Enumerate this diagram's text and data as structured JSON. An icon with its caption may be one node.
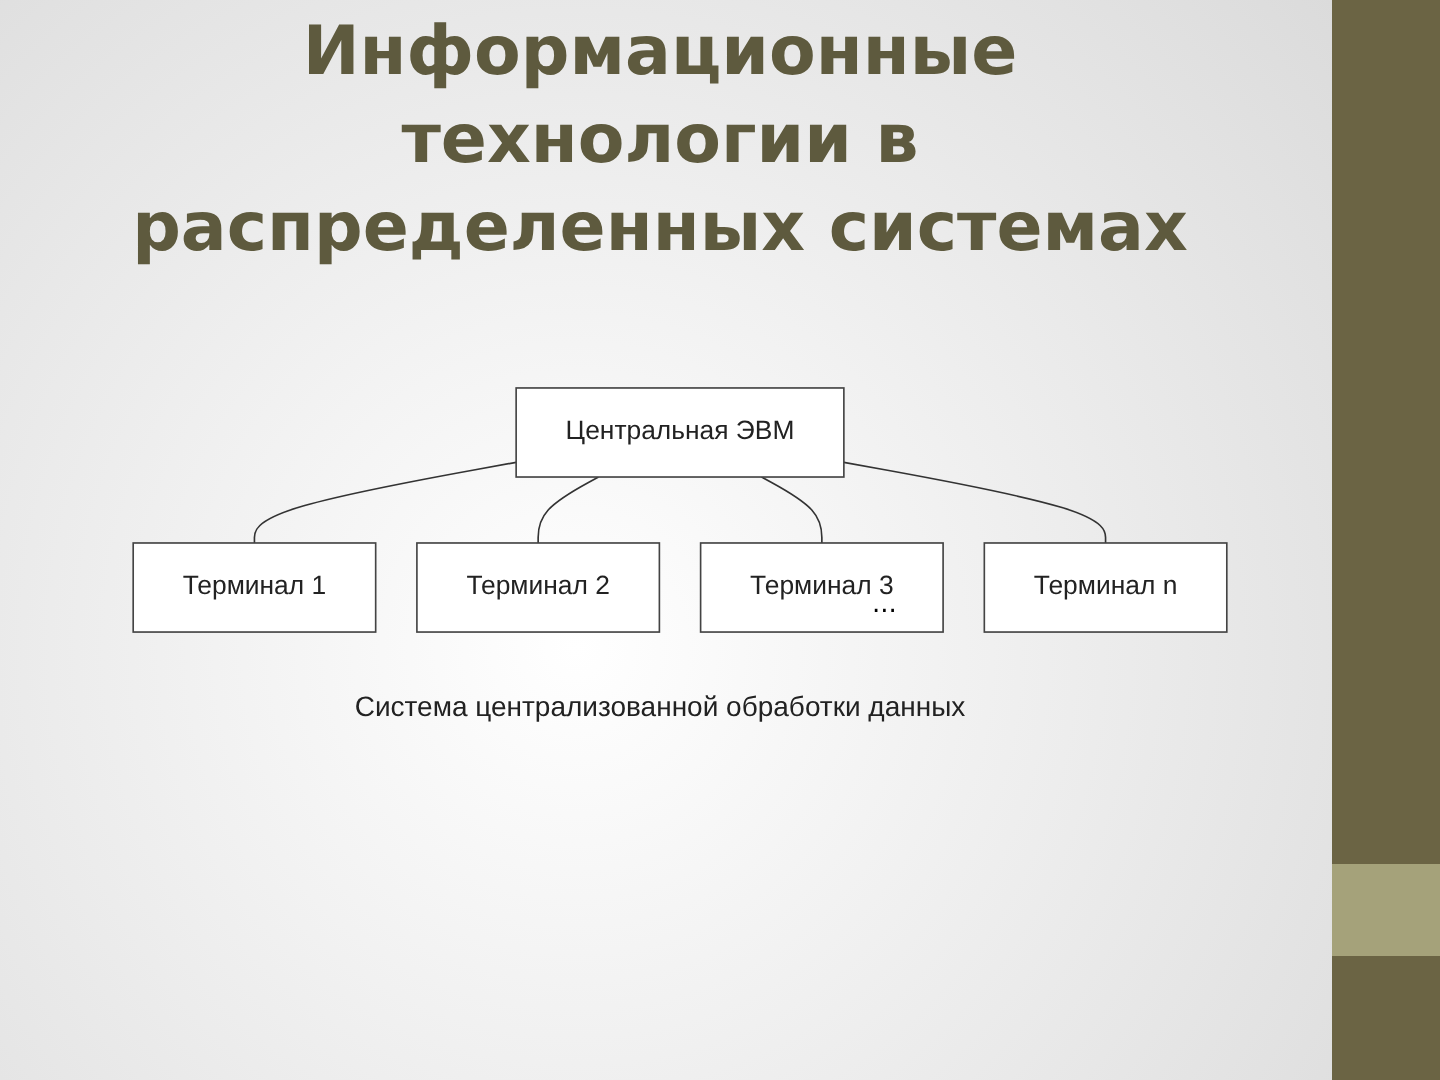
{
  "diagram": {
    "title": "Информационные технологии в распределенных системах",
    "caption": "Система централизованной обработки данных",
    "nodes": [
      {
        "text": [
          "Центральная ЭВМ"
        ]
      },
      {
        "text": [
          "Терминал 1"
        ]
      },
      {
        "text": [
          "Терминал 2"
        ]
      },
      {
        "text": [
          "Терминал 3"
        ]
      },
      {
        "text": [
          "Терминал n"
        ]
      }
    ],
    "edges": [
      {
        "from": 0,
        "to": 1,
        "arrow": "none"
      },
      {
        "from": 0,
        "to": 2,
        "arrow": "none"
      },
      {
        "from": 0,
        "to": 3,
        "arrow": "none"
      },
      {
        "from": 0,
        "to": 4,
        "arrow": "none"
      }
    ],
    "labels": [
      "..."
    ]
  }
}
